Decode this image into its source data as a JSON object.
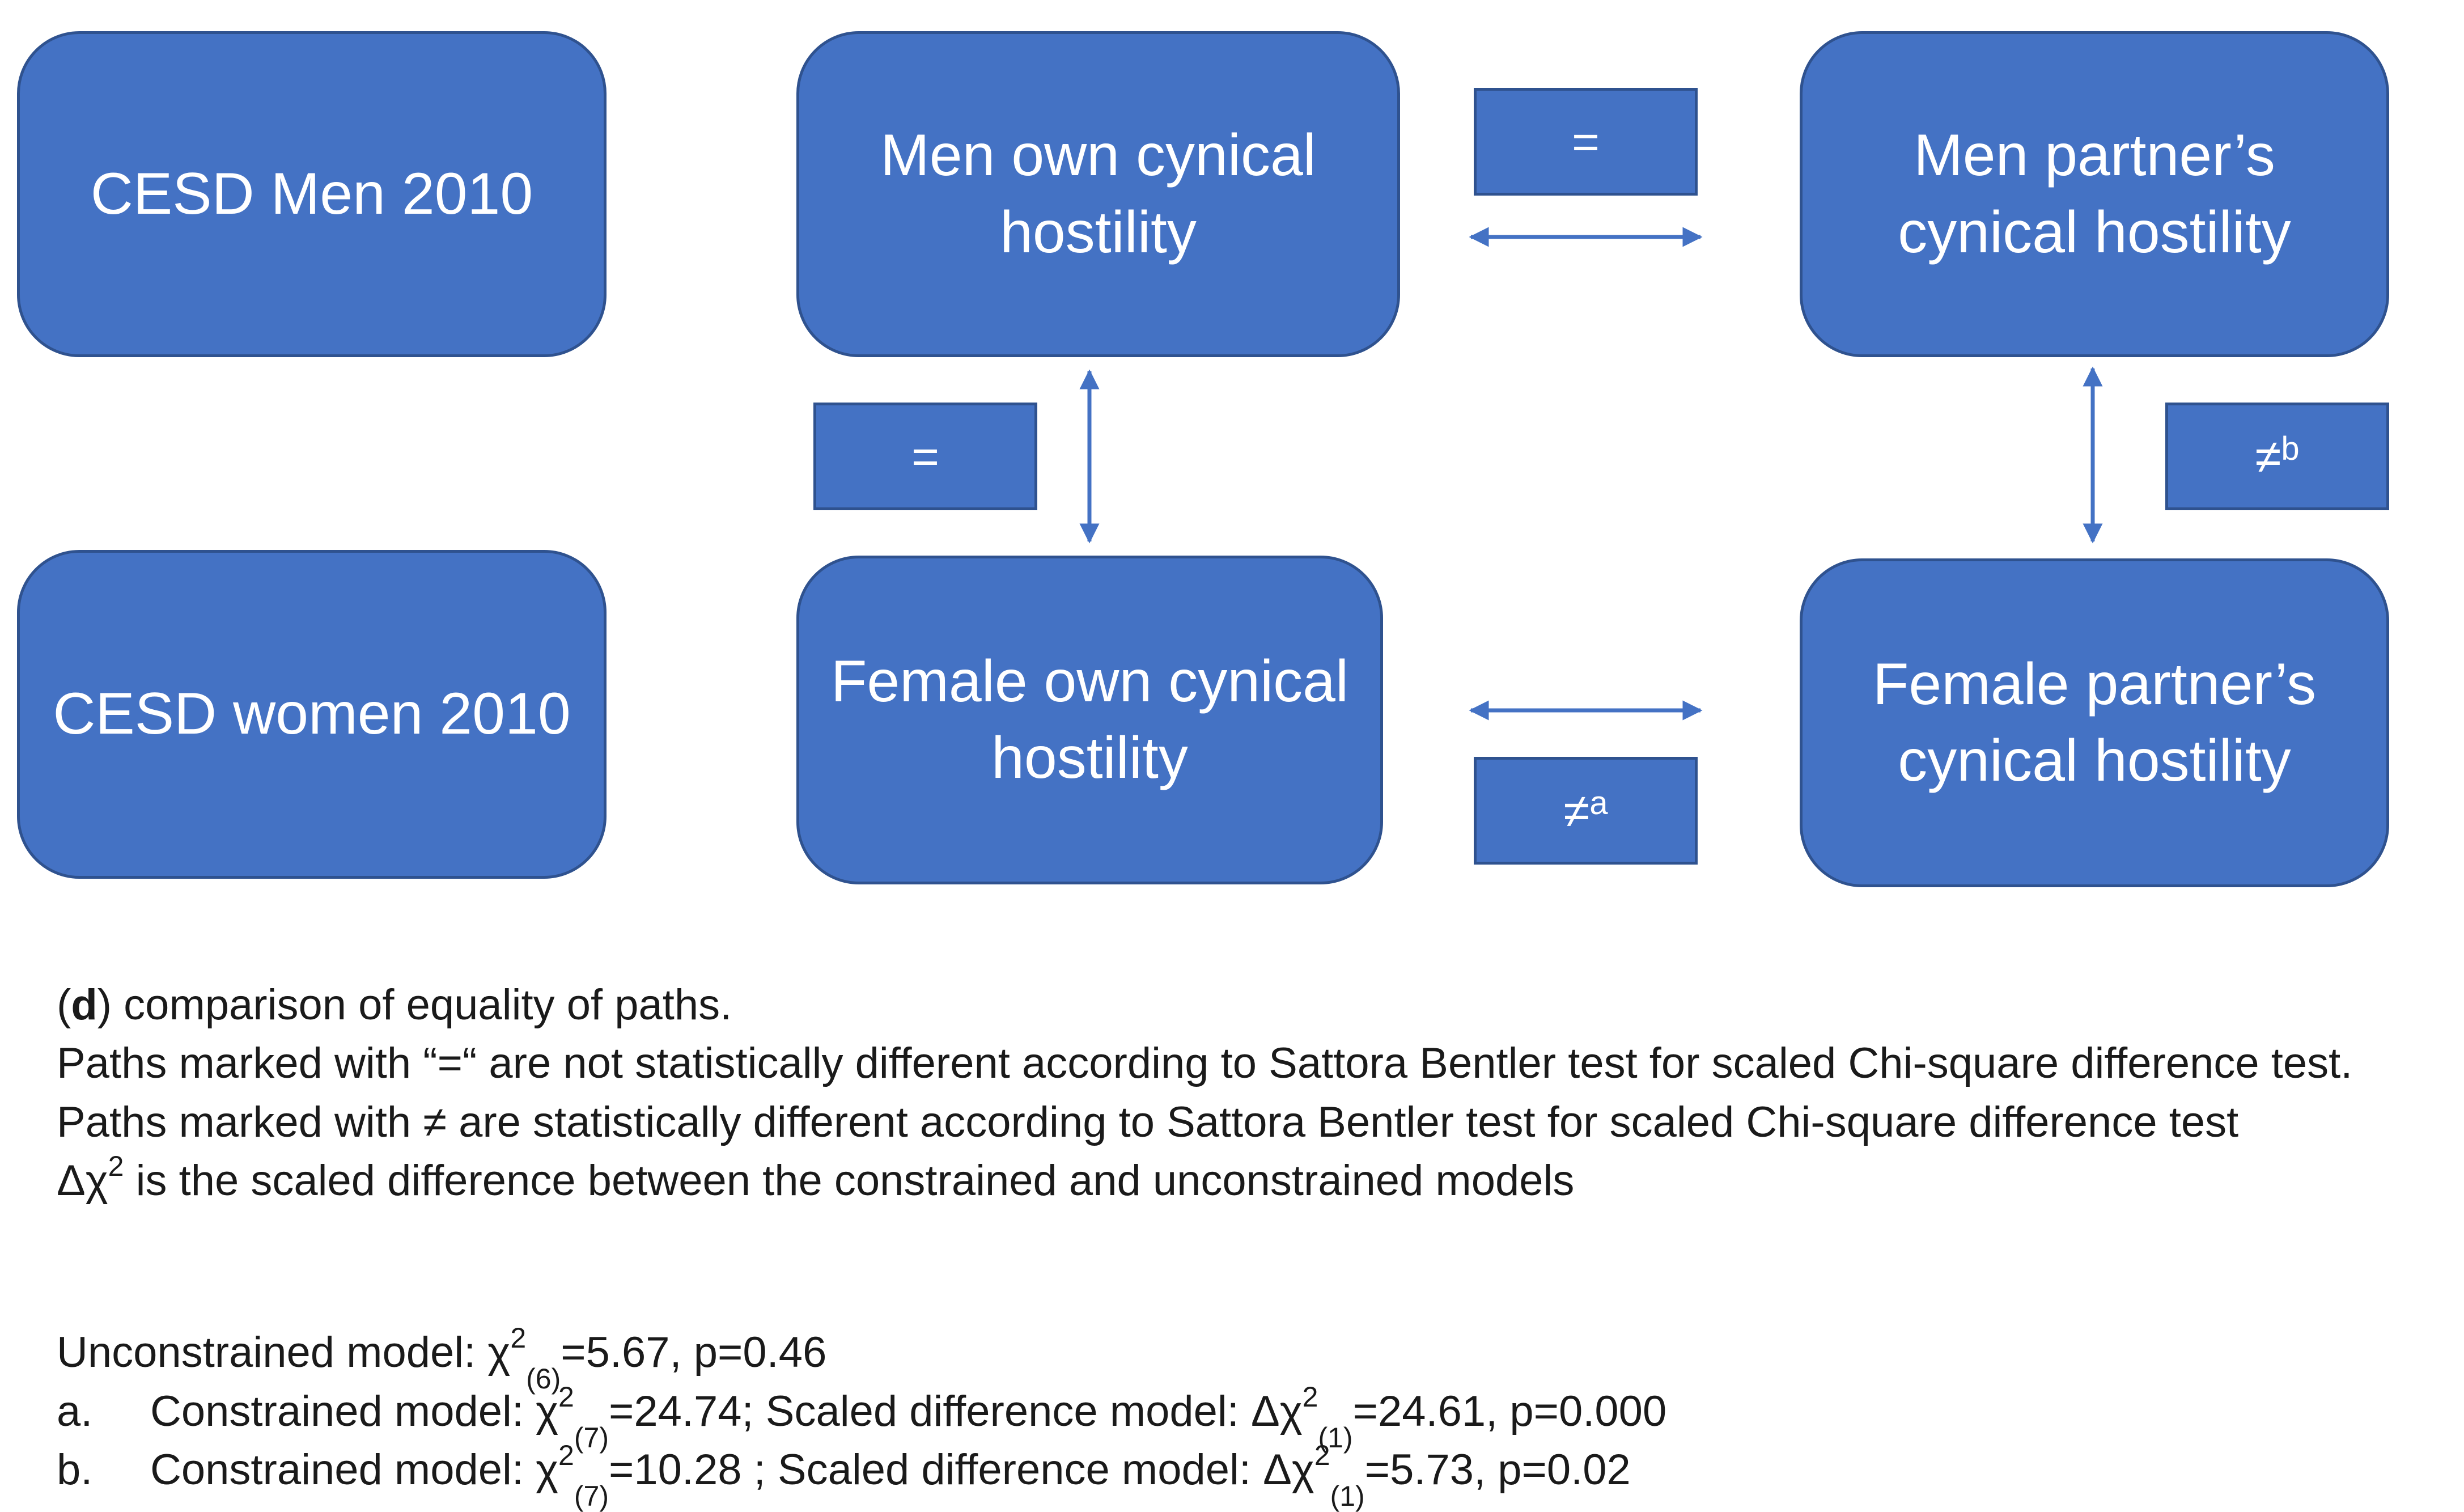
{
  "nodes": {
    "cesd_men": "CESD Men 2010",
    "cesd_women": "CESD women 2010",
    "men_own": "Men own cynical hostility",
    "men_partner": "Men partner’s cynical hostility",
    "female_own": "Female own cynical hostility",
    "female_partner": "Female partner’s cynical hostility"
  },
  "path_labels": {
    "men_own_partner": "=",
    "own_men_female": "=",
    "partner_men_female": "≠",
    "partner_men_female_sup": "b",
    "female_own_partner": "≠",
    "female_own_partner_sup": "a"
  },
  "caption": {
    "panel_letter": "d",
    "panel_title": ") comparison of equality of paths.",
    "line2": "Paths marked with “=“ are not statistically different according to Sattora Bentler test for scaled Chi-square difference test.",
    "line3": "Paths marked with ≠ are statistically different according to Sattora Bentler test for scaled Chi-square difference test",
    "line4_prefix": "Δχ",
    "line4_sup": "2",
    "line4_rest": " is the scaled difference between the constrained and unconstrained models"
  },
  "stats": {
    "unconstrained": {
      "prefix": "Unconstrained model: χ",
      "sup": "2",
      "sub": "(6)",
      "rest": "=5.67, p=0.46"
    },
    "a": {
      "letter": "a.",
      "prefix": "Constrained model: χ",
      "sup1": "2",
      "sub1": "(7)",
      "mid": "=24.74; Scaled difference model: Δχ",
      "sup2": "2",
      "sub2": "(1)",
      "rest": "=24.61, p=0.000"
    },
    "b": {
      "letter": "b.",
      "prefix": "Constrained model: χ",
      "sup1": "2",
      "sub1": "(7)",
      "mid": "=10.28 ; Scaled difference model: Δχ",
      "sup2": "2",
      "sub2": "(1)",
      "rest": "=5.73, p=0.02"
    }
  },
  "colors": {
    "box_fill": "#4472C4",
    "box_border": "#2F528F",
    "arrow": "#4472C4",
    "text": "#1a1a1a"
  }
}
